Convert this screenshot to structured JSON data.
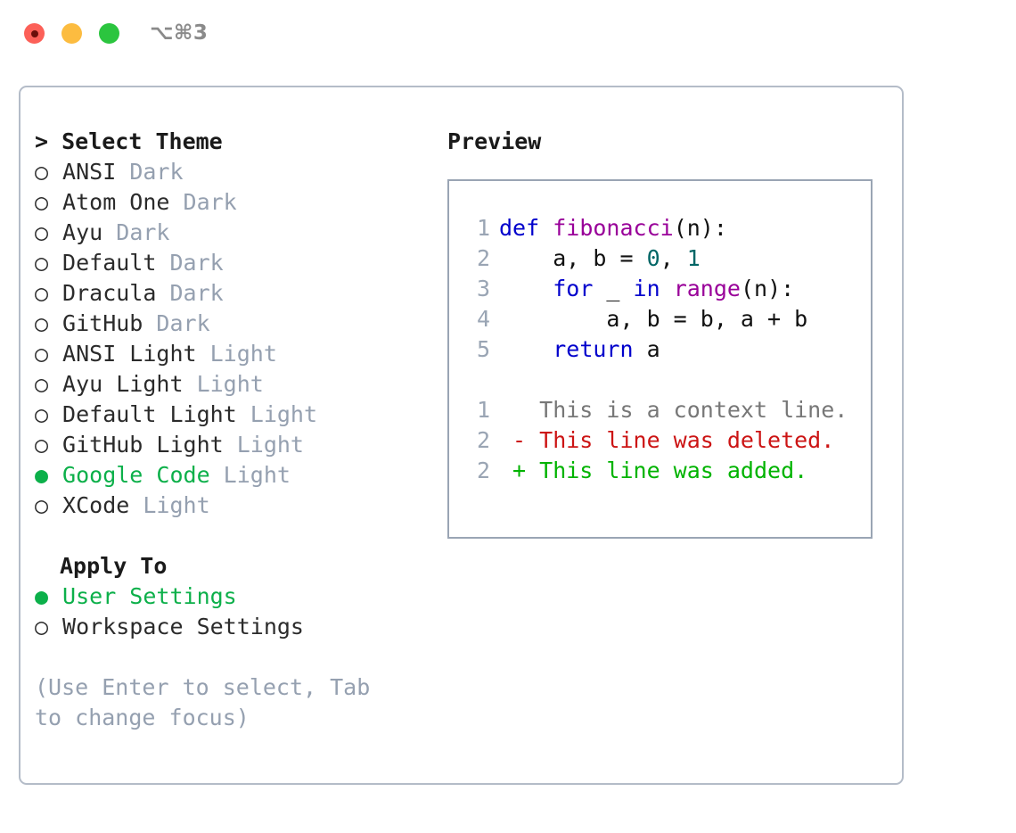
{
  "window": {
    "shortcut_label": "⌥⌘3",
    "traffic_lights": [
      "close",
      "minimize",
      "maximize"
    ],
    "colors": {
      "close": "#fc6058",
      "minimize": "#fcbc40",
      "maximize": "#2bc53f",
      "accent_green": "#0cb04a",
      "muted": "#95a0b0",
      "frame_border": "#b4bcc8"
    }
  },
  "theme_picker": {
    "title": "> Select Theme",
    "selected_bullet": "●",
    "unselected_bullet": "○",
    "items": [
      {
        "name": "ANSI",
        "variant": "Dark",
        "selected": false
      },
      {
        "name": "Atom One",
        "variant": "Dark",
        "selected": false
      },
      {
        "name": "Ayu",
        "variant": "Dark",
        "selected": false
      },
      {
        "name": "Default",
        "variant": "Dark",
        "selected": false
      },
      {
        "name": "Dracula",
        "variant": "Dark",
        "selected": false
      },
      {
        "name": "GitHub",
        "variant": "Dark",
        "selected": false
      },
      {
        "name": "ANSI Light",
        "variant": "Light",
        "selected": false
      },
      {
        "name": "Ayu Light",
        "variant": "Light",
        "selected": false
      },
      {
        "name": "Default Light",
        "variant": "Light",
        "selected": false
      },
      {
        "name": "GitHub Light",
        "variant": "Light",
        "selected": false
      },
      {
        "name": "Google Code",
        "variant": "Light",
        "selected": true
      },
      {
        "name": "XCode",
        "variant": "Light",
        "selected": false
      }
    ]
  },
  "apply_to": {
    "title": "Apply To",
    "options": [
      {
        "label": "User Settings",
        "selected": true
      },
      {
        "label": "Workspace Settings",
        "selected": false
      }
    ]
  },
  "hint": "(Use Enter to select, Tab to change focus)",
  "preview": {
    "heading": "Preview",
    "code_lines": [
      {
        "no": "1",
        "tokens": [
          {
            "t": "def ",
            "c": "kw"
          },
          {
            "t": "fibonacci",
            "c": "fn"
          },
          {
            "t": "(n):",
            "c": "pl"
          }
        ]
      },
      {
        "no": "2",
        "tokens": [
          {
            "t": "    a, b = ",
            "c": "pl"
          },
          {
            "t": "0",
            "c": "num"
          },
          {
            "t": ", ",
            "c": "pl"
          },
          {
            "t": "1",
            "c": "num"
          }
        ]
      },
      {
        "no": "3",
        "tokens": [
          {
            "t": "    ",
            "c": "pl"
          },
          {
            "t": "for",
            "c": "kw"
          },
          {
            "t": " _ ",
            "c": "pl"
          },
          {
            "t": "in",
            "c": "kw"
          },
          {
            "t": " ",
            "c": "pl"
          },
          {
            "t": "range",
            "c": "fn"
          },
          {
            "t": "(n):",
            "c": "pl"
          }
        ]
      },
      {
        "no": "4",
        "tokens": [
          {
            "t": "        a, b = b, a + b",
            "c": "pl"
          }
        ]
      },
      {
        "no": "5",
        "tokens": [
          {
            "t": "    ",
            "c": "pl"
          },
          {
            "t": "return",
            "c": "kw"
          },
          {
            "t": " a",
            "c": "pl"
          }
        ]
      }
    ],
    "diff_lines": [
      {
        "no": "1",
        "marker": " ",
        "text": "This is a context line.",
        "kind": "context"
      },
      {
        "no": "2",
        "marker": "-",
        "text": "This line was deleted.",
        "kind": "deleted"
      },
      {
        "no": "2",
        "marker": "+",
        "text": "This line was added.",
        "kind": "added"
      }
    ]
  }
}
